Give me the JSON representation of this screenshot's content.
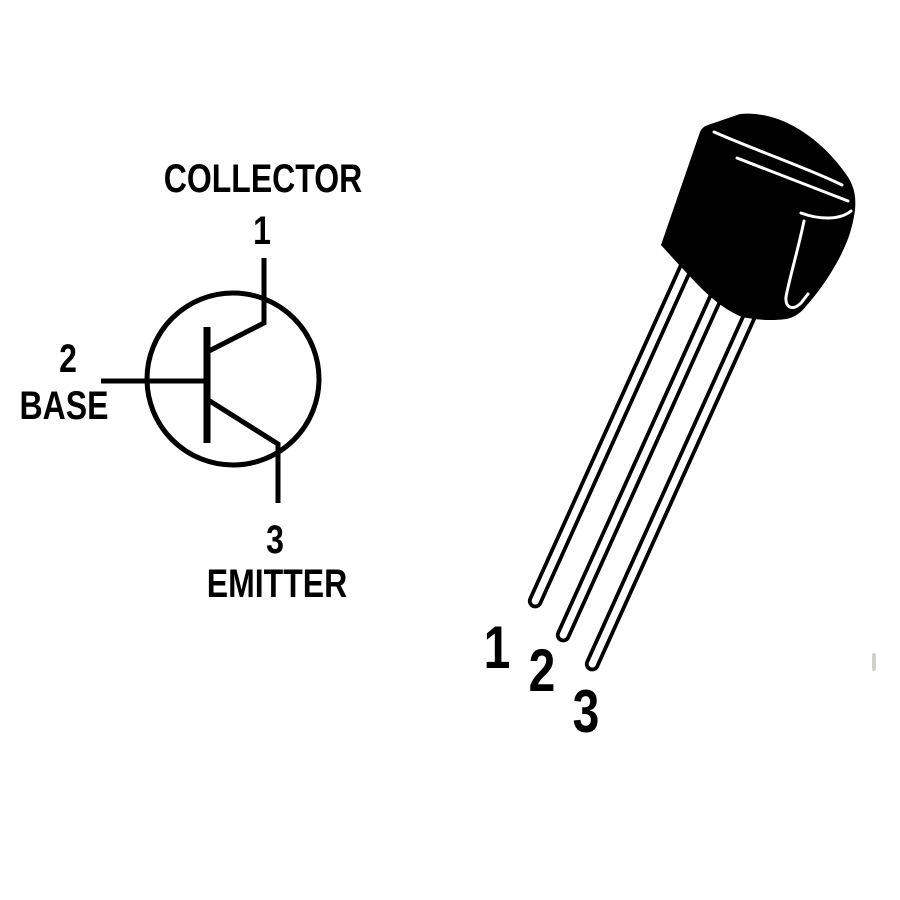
{
  "figure": {
    "background_color": "#ffffff",
    "ink_color": "#000000",
    "lead_fill_color": "#ffffff"
  },
  "schematic": {
    "collector": {
      "pin": "1",
      "label": "COLLECTOR"
    },
    "base": {
      "pin": "2",
      "label": "BASE"
    },
    "emitter": {
      "pin": "3",
      "label": "EMITTER"
    }
  },
  "package": {
    "pin_labels": [
      "1",
      "2",
      "3"
    ]
  }
}
